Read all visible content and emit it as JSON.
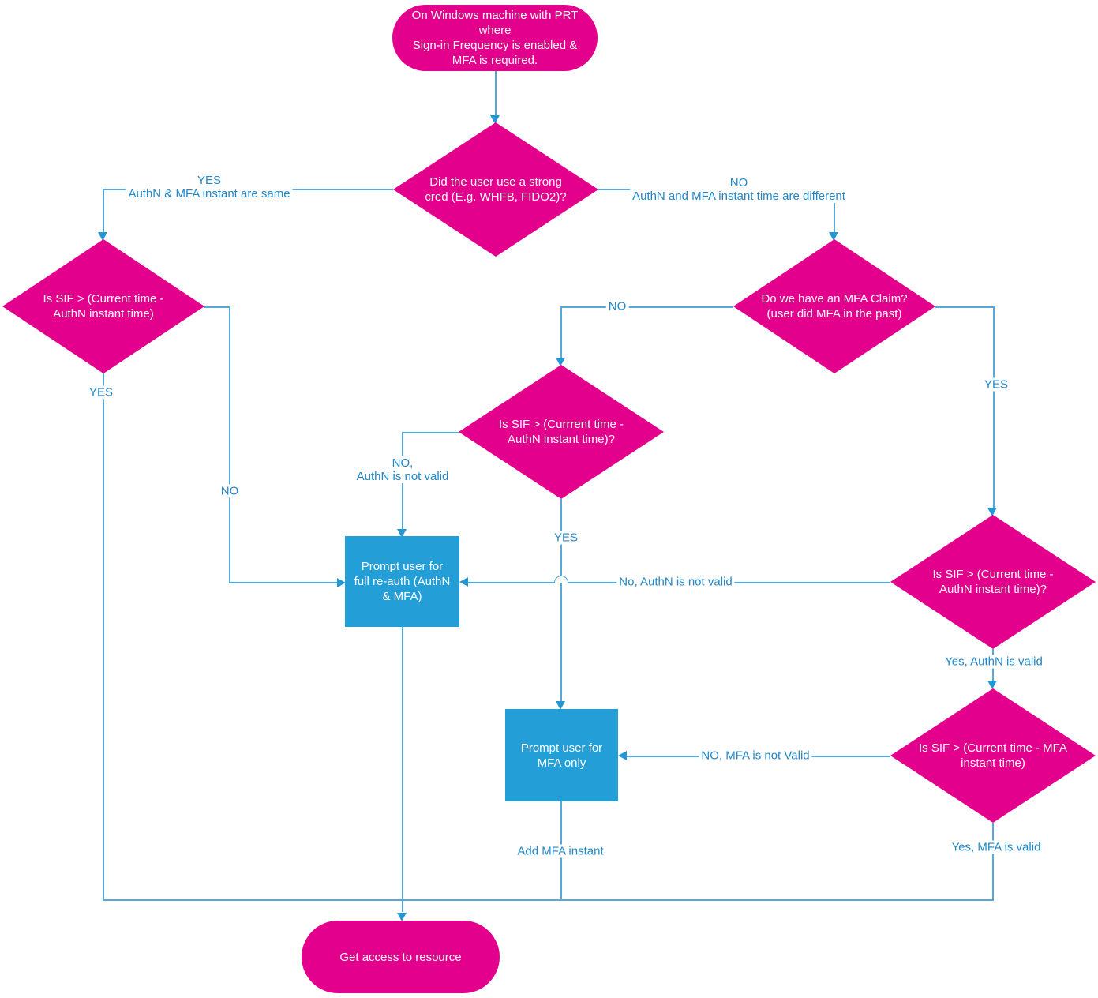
{
  "colors": {
    "pink": "#E3008C",
    "blue": "#239ED7",
    "line": "#55A9DA",
    "labelc": "#2187C8",
    "arrowc": "#2596D4"
  },
  "nodes": {
    "start": {
      "text": "On Windows machine with PRT\nwhere\nSign-in Frequency is enabled &\nMFA is required."
    },
    "strong_cred": {
      "text": "Did the user use a strong\ncred (E.g. WHFB, FIDO2)?"
    },
    "sif_left": {
      "text": "Is SIF > (Current time -\nAuthN instant time)"
    },
    "mfa_claim": {
      "text": "Do we have an MFA Claim?\n(user did MFA in the past)"
    },
    "sif_mid": {
      "text": "Is SIF > (Currrent time -\nAuthN instant time)?"
    },
    "full_reauth": {
      "text": "Prompt user for\nfull re-auth (AuthN\n& MFA)"
    },
    "sif_right": {
      "text": "Is SIF > (Current time -\nAuthN instant time)?"
    },
    "sif_mfa": {
      "text": "Is SIF > (Current time - MFA\ninstant time)"
    },
    "mfa_only": {
      "text": "Prompt user for\nMFA only"
    },
    "end": {
      "text": "Get access to resource"
    }
  },
  "labels": {
    "yes_same": "YES\nAuthN & MFA instant are same",
    "no_diff": "NO\nAuthN and MFA instant time are different",
    "yes_left": "YES",
    "no_left": "NO",
    "no_mid": "NO",
    "yes_right": "YES",
    "no_authn_mid": "NO,\nAuthN is not valid",
    "yes_mid": "YES",
    "no_authn_right": "No, AuthN is not valid",
    "yes_authn_valid": "Yes, AuthN is valid",
    "no_mfa_valid": "NO, MFA is not Valid",
    "yes_mfa_valid": "Yes, MFA is valid",
    "add_mfa_instant": "Add MFA instant"
  }
}
